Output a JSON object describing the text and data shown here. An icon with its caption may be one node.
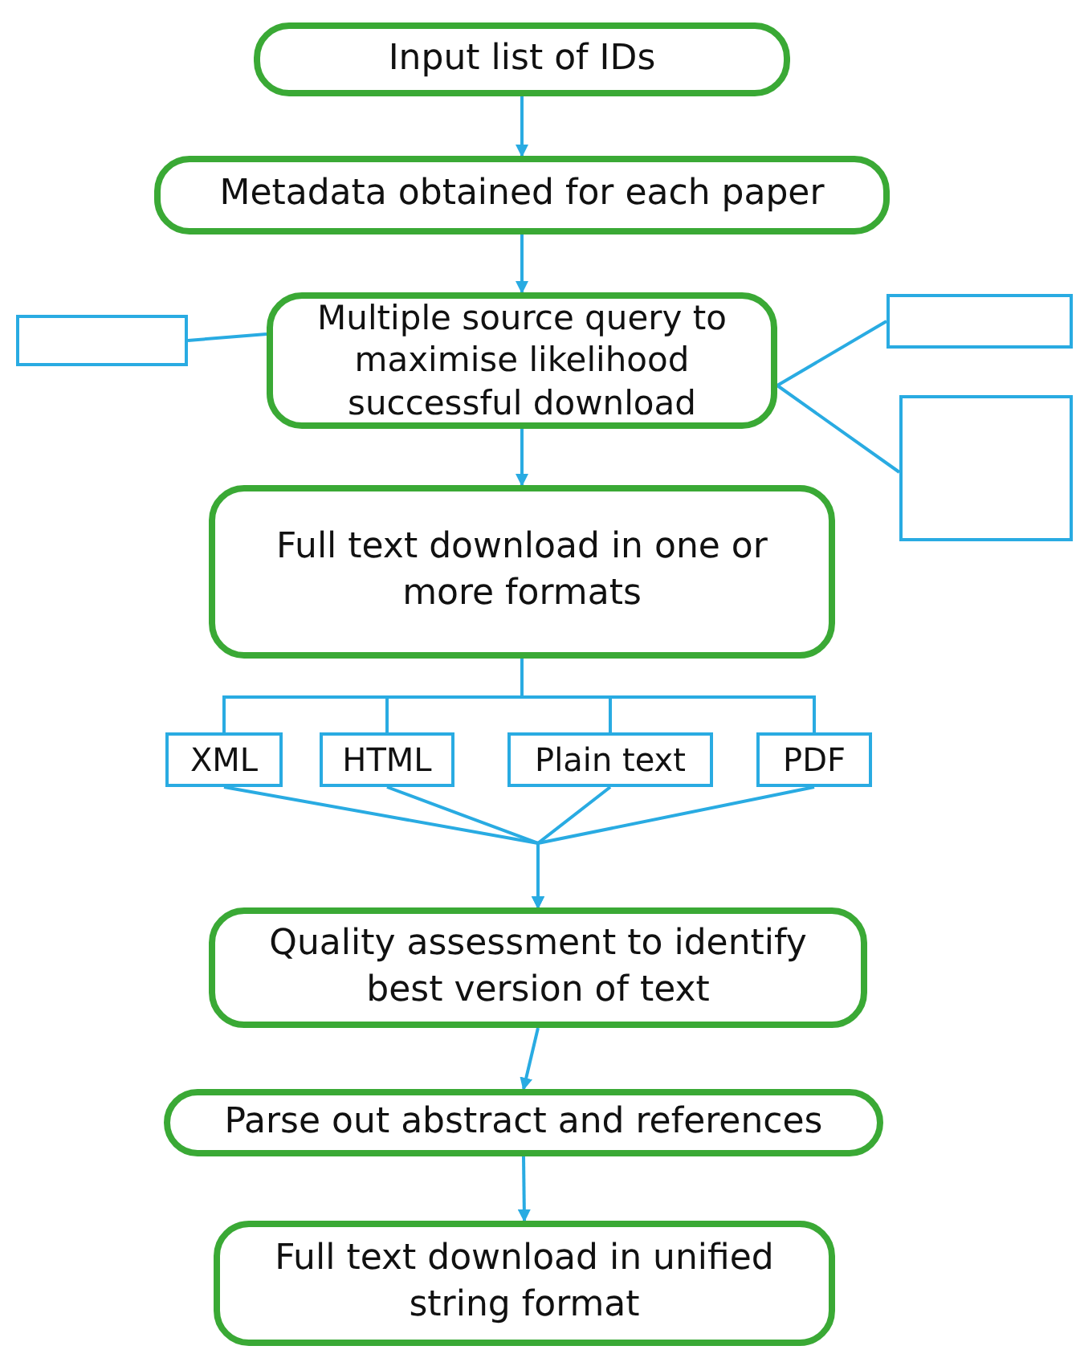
{
  "diagram": {
    "nodes": [
      {
        "text": [
          "Input list of IDs"
        ]
      },
      {
        "text": [
          "Metadata obtained for each paper"
        ]
      },
      {
        "text": [
          "Multiple source query to maximise likelihood successful download"
        ]
      },
      {
        "text": [],
        "shape": "box"
      },
      {
        "text": [],
        "shape": "box"
      },
      {
        "text": [],
        "shape": "box"
      },
      {
        "text": [
          "Full text download in one or more formats"
        ]
      },
      {
        "text": [
          "XML"
        ]
      },
      {
        "text": [
          "HTML"
        ]
      },
      {
        "text": [
          "Plain text"
        ]
      },
      {
        "text": [
          "PDF"
        ]
      },
      {
        "text": [
          "Quality assessment to identify best version of text"
        ]
      },
      {
        "text": [
          "Parse out abstract and references"
        ]
      },
      {
        "text": [
          "Full text download in unified string format"
        ]
      }
    ],
    "edges": [
      {
        "from": 0,
        "to": 1,
        "arrow": "to"
      },
      {
        "from": 1,
        "to": 2,
        "arrow": "to"
      },
      {
        "from": 3,
        "to": 2,
        "arrow": "none"
      },
      {
        "from": 4,
        "to": 2,
        "arrow": "none"
      },
      {
        "from": 5,
        "to": 2,
        "arrow": "none"
      },
      {
        "from": 2,
        "to": 6,
        "arrow": "to"
      },
      {
        "from": 6,
        "to": 7,
        "arrow": "none"
      },
      {
        "from": 6,
        "to": 8,
        "arrow": "none"
      },
      {
        "from": 6,
        "to": 9,
        "arrow": "none"
      },
      {
        "from": 6,
        "to": 10,
        "arrow": "none"
      },
      {
        "from": 7,
        "to": 11,
        "arrow": "to"
      },
      {
        "from": 8,
        "to": 11,
        "arrow": "to"
      },
      {
        "from": 9,
        "to": 11,
        "arrow": "to"
      },
      {
        "from": 10,
        "to": 11,
        "arrow": "to"
      },
      {
        "from": 11,
        "to": 12,
        "arrow": "to"
      },
      {
        "from": 12,
        "to": 13,
        "arrow": "to"
      }
    ]
  }
}
